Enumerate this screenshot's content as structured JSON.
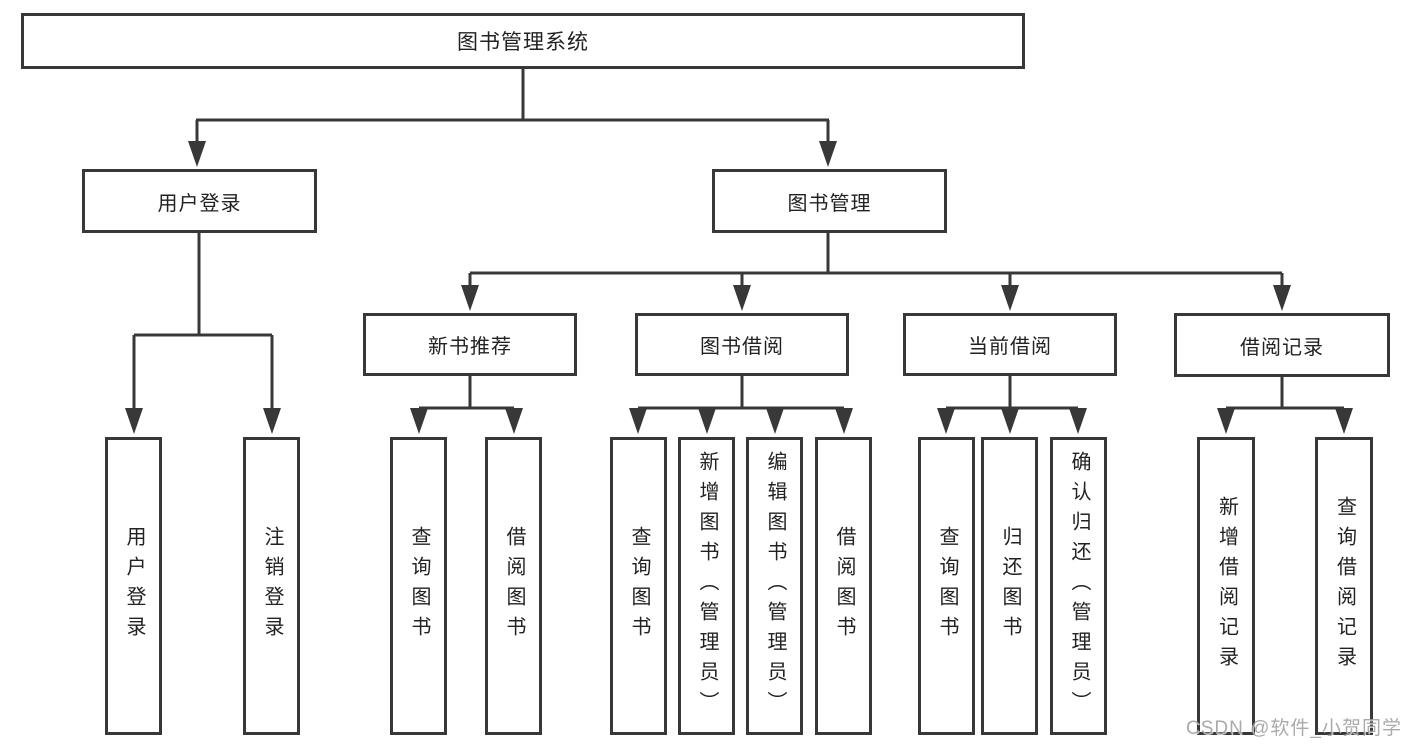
{
  "nodes": {
    "root": "图书管理系统",
    "level1": [
      "用户登录",
      "图书管理"
    ],
    "level2": [
      "新书推荐",
      "图书借阅",
      "当前借阅",
      "借阅记录"
    ],
    "leaves_user": [
      "用户登录",
      "注销登录"
    ],
    "leaves_newbook": [
      "查询图书",
      "借阅图书"
    ],
    "leaves_borrow": [
      "查询图书",
      "新增图书（管理员）",
      "编辑图书（管理员）",
      "借阅图书"
    ],
    "leaves_current": [
      "查询图书",
      "归还图书",
      "确认归还（管理员）"
    ],
    "leaves_record": [
      "新增借阅记录",
      "查询借阅记录"
    ]
  },
  "watermark": "CSDN @软件_小贺同学",
  "colors": {
    "line": "#383838",
    "box_border": "#383838",
    "text": "#222222",
    "watermark": "#9e9e9e",
    "background": "#ffffff"
  }
}
